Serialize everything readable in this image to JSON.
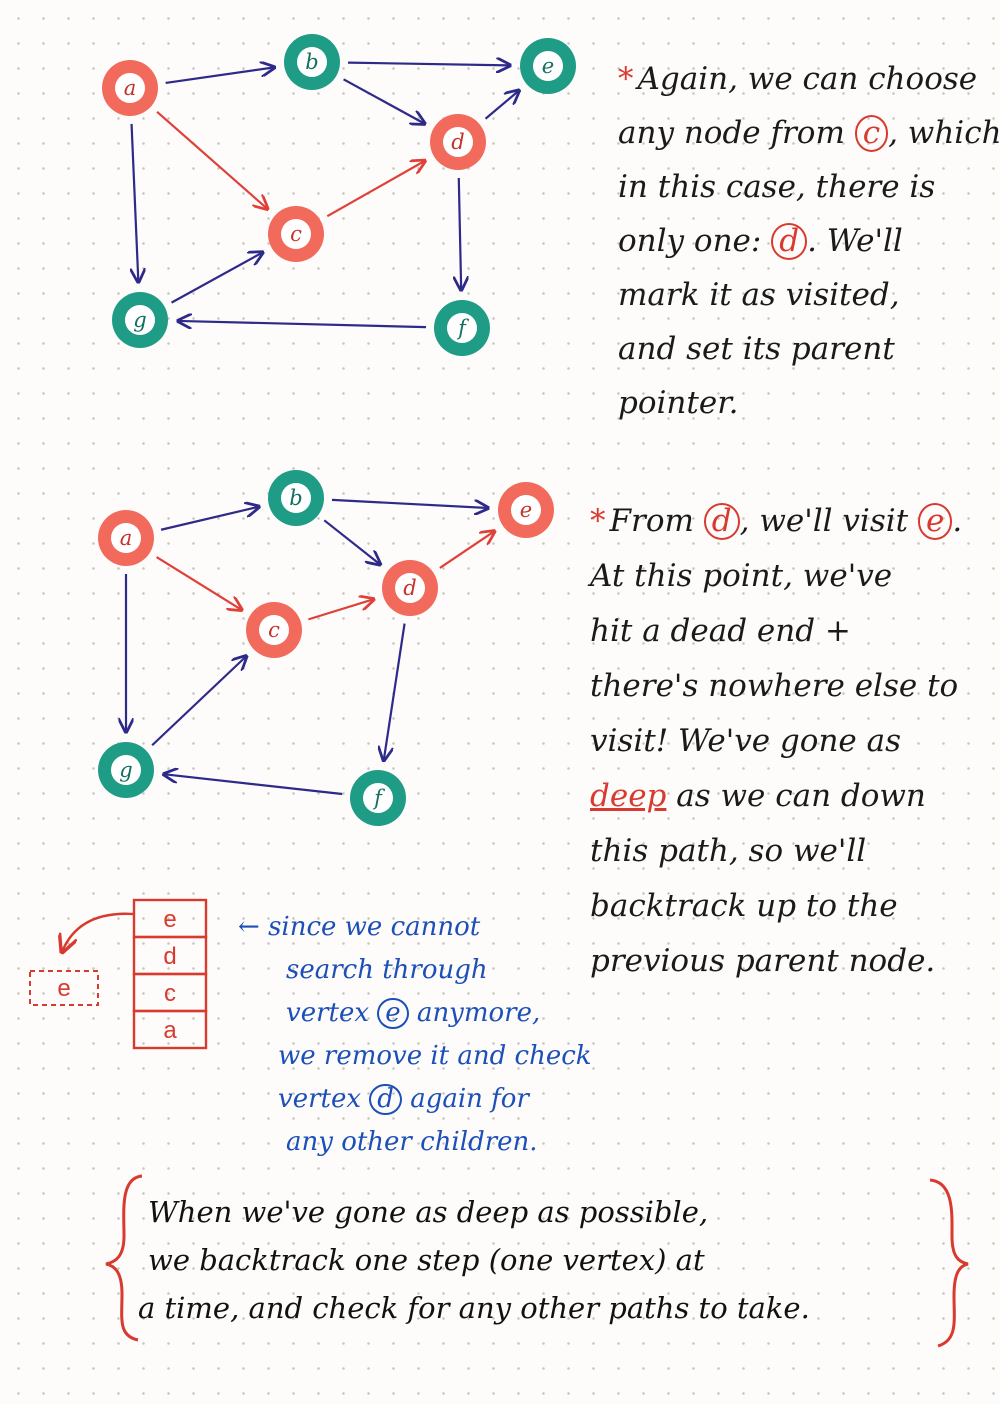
{
  "colors": {
    "visited": "#f26a5b",
    "unvisited": "#1f9c86",
    "visited_edge": "#e0403a",
    "unvisited_edge": "#2e2a8a",
    "stack_red": "#d83a2f",
    "note_blue": "#1d4fb8"
  },
  "graph1": {
    "nodes": [
      {
        "id": "a",
        "label": "a",
        "state": "visited"
      },
      {
        "id": "b",
        "label": "b",
        "state": "unvisited"
      },
      {
        "id": "e",
        "label": "e",
        "state": "unvisited"
      },
      {
        "id": "d",
        "label": "d",
        "state": "visited"
      },
      {
        "id": "c",
        "label": "c",
        "state": "visited"
      },
      {
        "id": "g",
        "label": "g",
        "state": "unvisited"
      },
      {
        "id": "f",
        "label": "f",
        "state": "unvisited"
      }
    ],
    "edges": [
      {
        "from": "a",
        "to": "b",
        "state": "unvisited"
      },
      {
        "from": "b",
        "to": "e",
        "state": "unvisited"
      },
      {
        "from": "b",
        "to": "d",
        "state": "unvisited"
      },
      {
        "from": "d",
        "to": "e",
        "state": "unvisited"
      },
      {
        "from": "a",
        "to": "c",
        "state": "visited"
      },
      {
        "from": "c",
        "to": "d",
        "state": "visited"
      },
      {
        "from": "a",
        "to": "g",
        "state": "unvisited"
      },
      {
        "from": "g",
        "to": "c",
        "state": "unvisited"
      },
      {
        "from": "d",
        "to": "f",
        "state": "unvisited"
      },
      {
        "from": "f",
        "to": "g",
        "state": "unvisited"
      }
    ]
  },
  "graph2": {
    "nodes": [
      {
        "id": "a",
        "label": "a",
        "state": "visited"
      },
      {
        "id": "b",
        "label": "b",
        "state": "unvisited"
      },
      {
        "id": "e",
        "label": "e",
        "state": "visited"
      },
      {
        "id": "d",
        "label": "d",
        "state": "visited"
      },
      {
        "id": "c",
        "label": "c",
        "state": "visited"
      },
      {
        "id": "g",
        "label": "g",
        "state": "unvisited"
      },
      {
        "id": "f",
        "label": "f",
        "state": "unvisited"
      }
    ],
    "edges": [
      {
        "from": "a",
        "to": "b",
        "state": "unvisited"
      },
      {
        "from": "b",
        "to": "e",
        "state": "unvisited"
      },
      {
        "from": "b",
        "to": "d",
        "state": "unvisited"
      },
      {
        "from": "d",
        "to": "e",
        "state": "visited"
      },
      {
        "from": "a",
        "to": "c",
        "state": "visited"
      },
      {
        "from": "c",
        "to": "d",
        "state": "visited"
      },
      {
        "from": "a",
        "to": "g",
        "state": "unvisited"
      },
      {
        "from": "g",
        "to": "c",
        "state": "unvisited"
      },
      {
        "from": "d",
        "to": "f",
        "state": "unvisited"
      },
      {
        "from": "f",
        "to": "g",
        "state": "unvisited"
      }
    ]
  },
  "stack": {
    "cells": [
      "e",
      "d",
      "c",
      "a"
    ],
    "popped": "e"
  },
  "note1": {
    "star": "*",
    "l1": "Again, we can choose",
    "l2a": "any node from",
    "l2ring": "c",
    "l2b": ", which",
    "l3": "in this case, there is",
    "l4a": "only one:",
    "l4ring": "d",
    "l4b": ". We'll",
    "l5": "mark it as visited,",
    "l6": "and set its parent",
    "l7": "pointer."
  },
  "note2": {
    "star": "*",
    "l1a": "From",
    "l1ring": "d",
    "l1b": ", we'll visit",
    "l1ring2": "e",
    "l1c": ".",
    "l2": "At this point, we've",
    "l3": "hit a dead end +",
    "l4": "there's nowhere else to",
    "l5": "visit! We've gone as",
    "l6red": "deep",
    "l6b": "as we can down",
    "l7": "this path, so we'll",
    "l8": "backtrack up to the",
    "l9": "previous parent node."
  },
  "note3": {
    "arrow": "←",
    "l1": "since we cannot",
    "l2": "search through",
    "l3a": "vertex",
    "l3ring": "e",
    "l3b": "anymore,",
    "l4": "we remove it and check",
    "l5a": "vertex",
    "l5ring": "d",
    "l5b": "again for",
    "l6": "any other children."
  },
  "summary": {
    "l1": "When we've gone as deep as possible,",
    "l2": "we backtrack one step (one vertex) at",
    "l3": "a time, and check for any other paths to take."
  }
}
